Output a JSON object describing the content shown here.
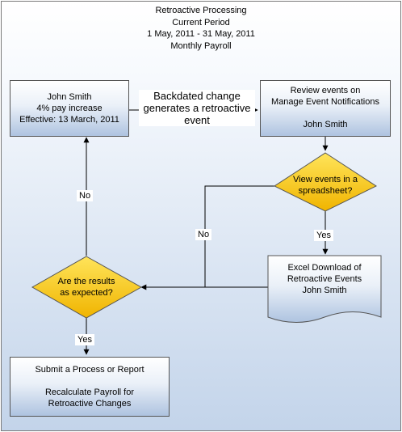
{
  "header": {
    "line1": "Retroactive Processing",
    "line2": "Current Period",
    "line3": "1 May, 2011 - 31 May, 2011",
    "line4": "Monthly Payroll"
  },
  "nodes": {
    "change": {
      "line1": "John Smith",
      "line2": "4% pay increase",
      "line3": "Effective: 13 March, 2011"
    },
    "review": {
      "line1": "Review events on",
      "line2": "Manage Event Notifications",
      "line3": "John Smith"
    },
    "view_decision": {
      "line1": "View events in a",
      "line2": "spreadsheet?"
    },
    "excel": {
      "line1": "Excel Download of",
      "line2": "Retroactive Events",
      "line3": "John Smith"
    },
    "results_decision": {
      "line1": "Are the results",
      "line2": "as expected?"
    },
    "submit": {
      "line1": "Submit a Process or Report",
      "line2": "Recalculate Payroll for",
      "line3": "Retroactive Changes"
    }
  },
  "edges": {
    "backdated": {
      "line1": "Backdated change",
      "line2": "generates a retroactive",
      "line3": "event"
    },
    "yes_view": "Yes",
    "no_view": "No",
    "no_results": "No",
    "yes_results": "Yes"
  },
  "colors": {
    "decision_fill": "#f4c20d",
    "box_gradient_bottom": "#aec3e0",
    "background_bottom": "#c3d4ea"
  }
}
